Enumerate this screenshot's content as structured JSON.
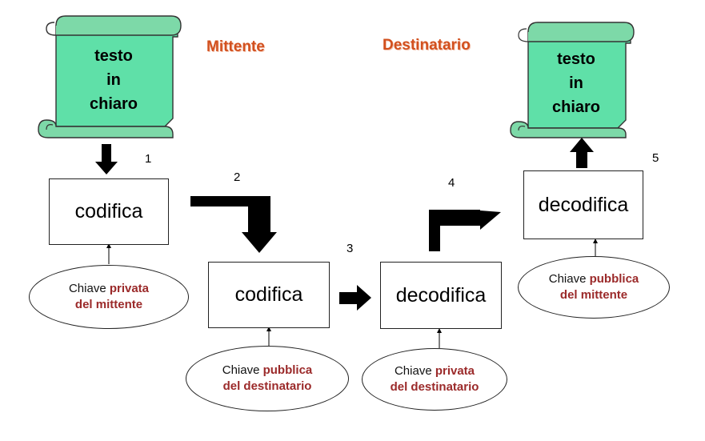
{
  "roles": {
    "sender": "Mittente",
    "recipient": "Destinatario"
  },
  "scroll_left": {
    "line1": "testo",
    "line2": "in",
    "line3": "chiaro"
  },
  "scroll_right": {
    "line1": "testo",
    "line2": "in",
    "line3": "chiaro"
  },
  "steps": {
    "s1": "1",
    "s2": "2",
    "s3": "3",
    "s4": "4",
    "s5": "5"
  },
  "boxes": {
    "encode1": "codifica",
    "encode2": "codifica",
    "decode1": "decodifica",
    "decode2": "decodifica"
  },
  "keys": {
    "k1": {
      "prefix": "Chiave ",
      "kind": "privata",
      "owner": "del mittente"
    },
    "k2": {
      "prefix": "Chiave ",
      "kind": "pubblica",
      "owner": "del destinatario"
    },
    "k3": {
      "prefix": "Chiave ",
      "kind": "privata",
      "owner": "del destinatario"
    },
    "k4": {
      "prefix": "Chiave ",
      "kind": "pubblica",
      "owner": "del mittente"
    }
  },
  "colors": {
    "scroll_fill": "#5fe0a8",
    "scroll_curl": "#7dd9a8",
    "role_text": "#d2501e",
    "key_highlight": "#9b2a2a",
    "arrow": "#000000"
  }
}
